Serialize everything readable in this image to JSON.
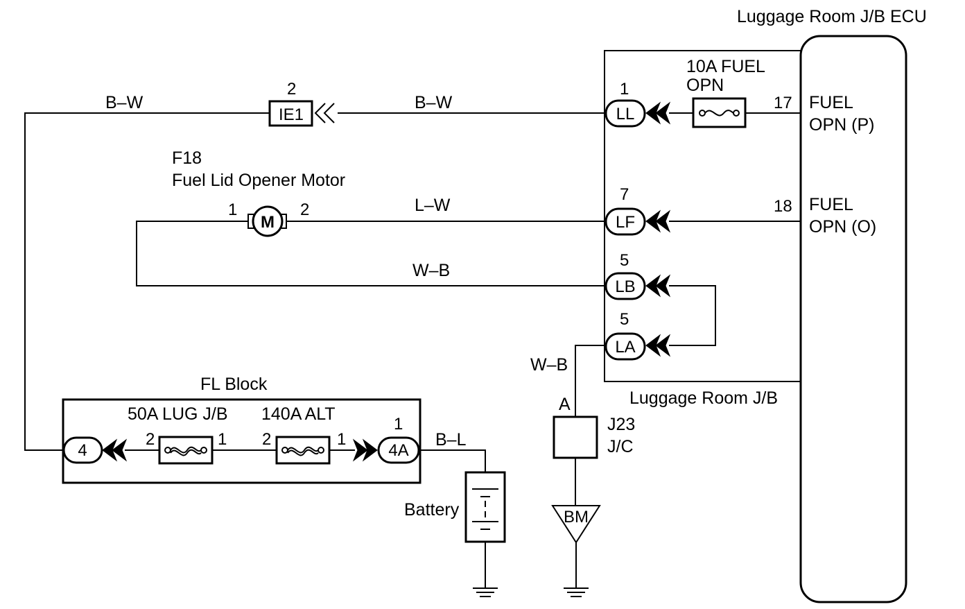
{
  "ecu": {
    "title": "Luggage Room J/B ECU",
    "pins": [
      {
        "num": "17",
        "name_l1": "FUEL",
        "name_l2": "OPN (P)"
      },
      {
        "num": "18",
        "name_l1": "FUEL",
        "name_l2": "OPN (O)"
      }
    ]
  },
  "jb": {
    "label": "Luggage Room J/B",
    "fuse_l1": "10A FUEL",
    "fuse_l2": "OPN",
    "connectors": [
      {
        "num": "1",
        "code": "LL"
      },
      {
        "num": "7",
        "code": "LF"
      },
      {
        "num": "5",
        "code": "LB"
      },
      {
        "num": "5",
        "code": "LA"
      }
    ]
  },
  "ie1": {
    "num": "2",
    "code": "IE1"
  },
  "motor": {
    "id": "F18",
    "name": "Fuel Lid Opener Motor",
    "symbol": "M",
    "pin_left": "1",
    "pin_right": "2"
  },
  "wires": {
    "top_left": "B–W",
    "top_mid": "B–W",
    "motor": "L–W",
    "ground_loop": "W–B",
    "jc_feed": "W–B",
    "battery_feed": "B–L"
  },
  "fl_block": {
    "title": "FL Block",
    "fuse1_label": "50A LUG J/B",
    "fuse2_label": "140A ALT",
    "fuse1_pin_left": "2",
    "fuse1_pin_right": "1",
    "fuse2_pin_left": "2",
    "fuse2_pin_right": "1",
    "conn_left": "4",
    "conn_right_num": "1",
    "conn_right": "4A"
  },
  "jc": {
    "pin": "A",
    "id": "J23",
    "type": "J/C"
  },
  "ground_point": "BM",
  "battery": "Battery"
}
